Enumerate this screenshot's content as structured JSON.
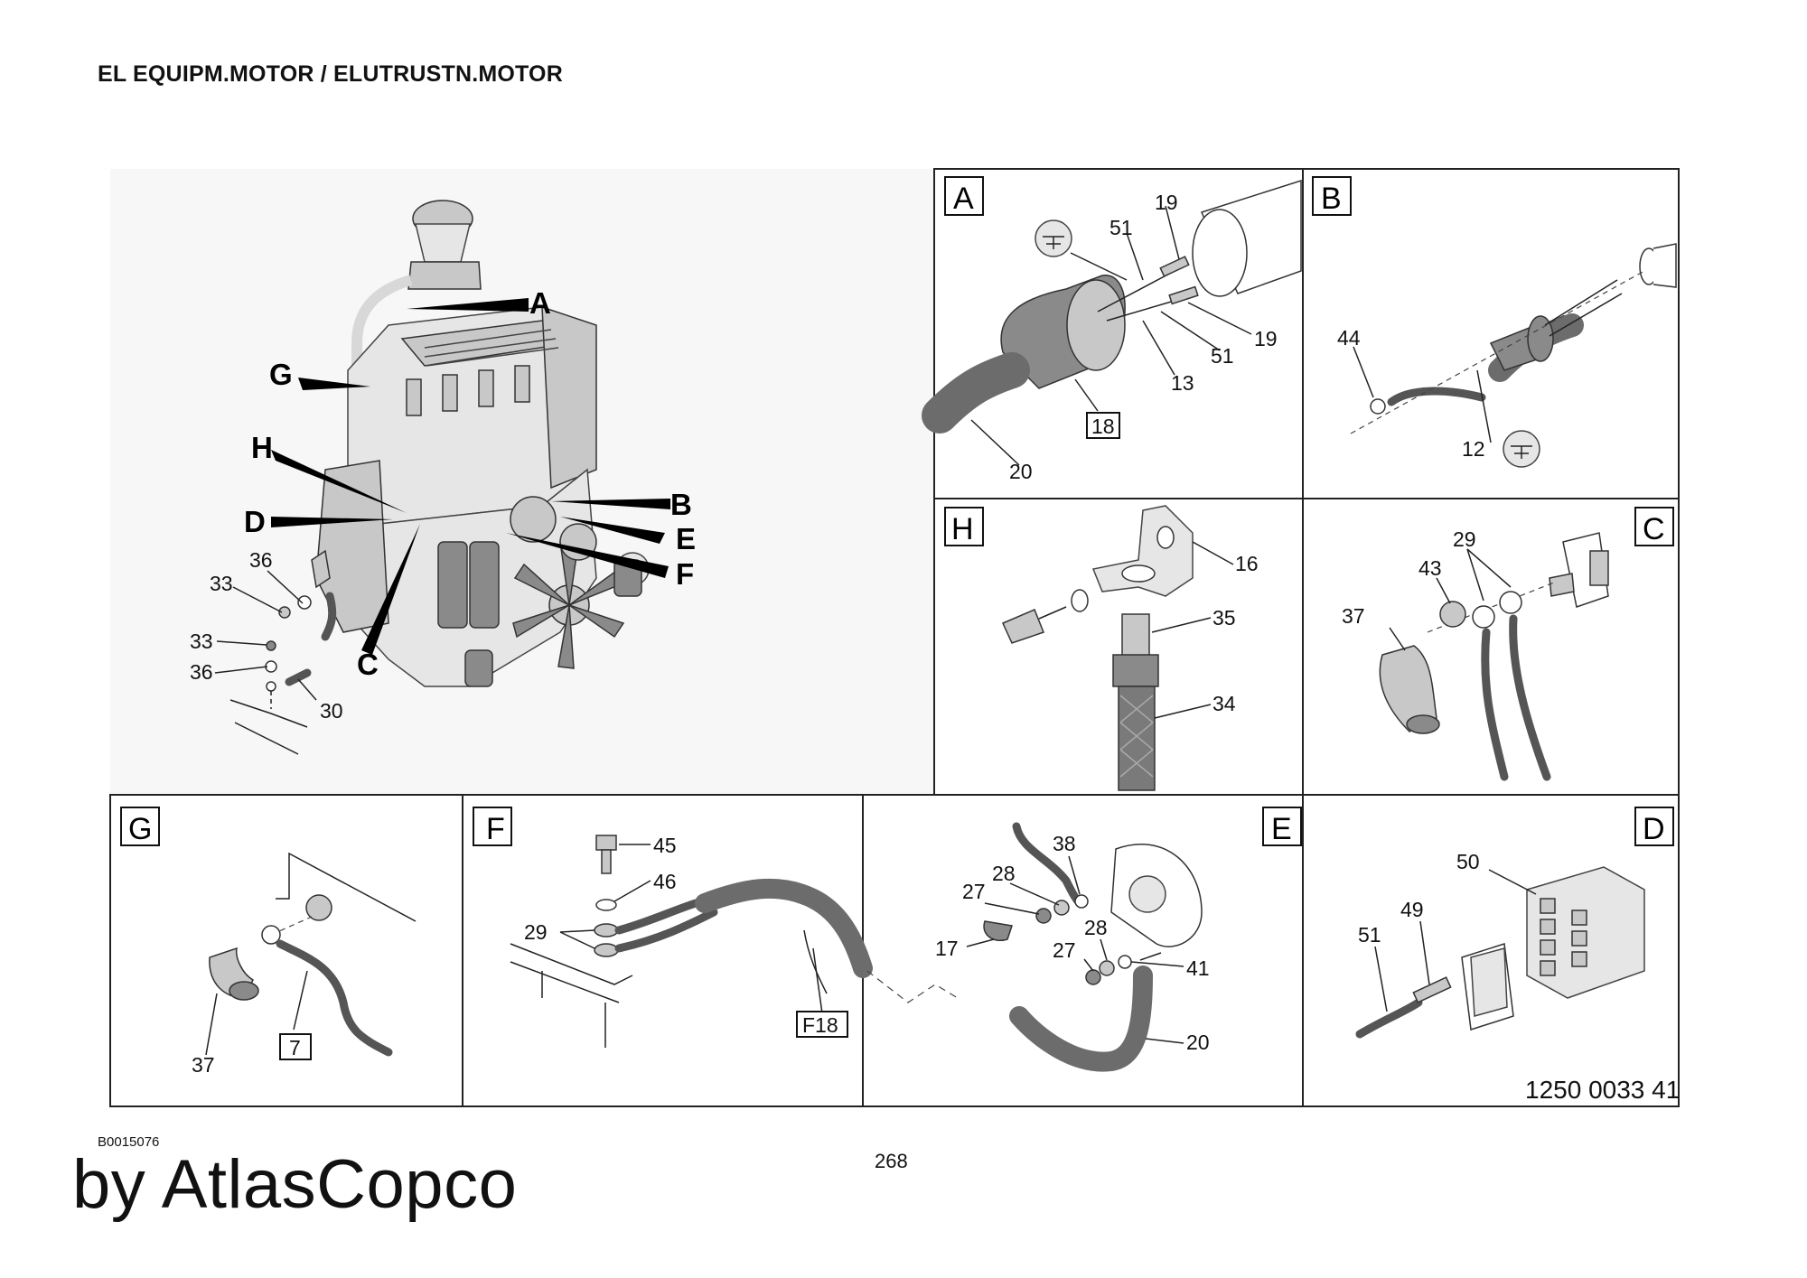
{
  "header": {
    "title": "EL EQUIPM.MOTOR / ELUTRUSTN.MOTOR"
  },
  "footer": {
    "doc_code": "B0015076",
    "page_number": "268",
    "brand": "by AtlasCopco"
  },
  "figure": {
    "figure_number": "1250 0033 41",
    "main_view": {
      "callouts": [
        "A",
        "G",
        "H",
        "D",
        "B",
        "E",
        "F",
        "C"
      ],
      "parts": [
        "36",
        "33",
        "33",
        "36",
        "30"
      ]
    },
    "panels": {
      "A": {
        "letter": "A",
        "parts": [
          "19",
          "51",
          "19",
          "51",
          "13",
          "18",
          "20"
        ]
      },
      "B": {
        "letter": "B",
        "parts": [
          "44",
          "12"
        ]
      },
      "H": {
        "letter": "H",
        "parts": [
          "16",
          "35",
          "34"
        ]
      },
      "C": {
        "letter": "C",
        "parts": [
          "29",
          "43",
          "37"
        ]
      },
      "G": {
        "letter": "G",
        "parts": [
          "37",
          "7"
        ]
      },
      "F": {
        "letter": "F",
        "parts": [
          "45",
          "46",
          "29",
          "F18"
        ]
      },
      "E": {
        "letter": "E",
        "parts": [
          "38",
          "28",
          "27",
          "17",
          "28",
          "27",
          "41",
          "20"
        ]
      },
      "D": {
        "letter": "D",
        "parts": [
          "50",
          "49",
          "51"
        ]
      }
    }
  }
}
